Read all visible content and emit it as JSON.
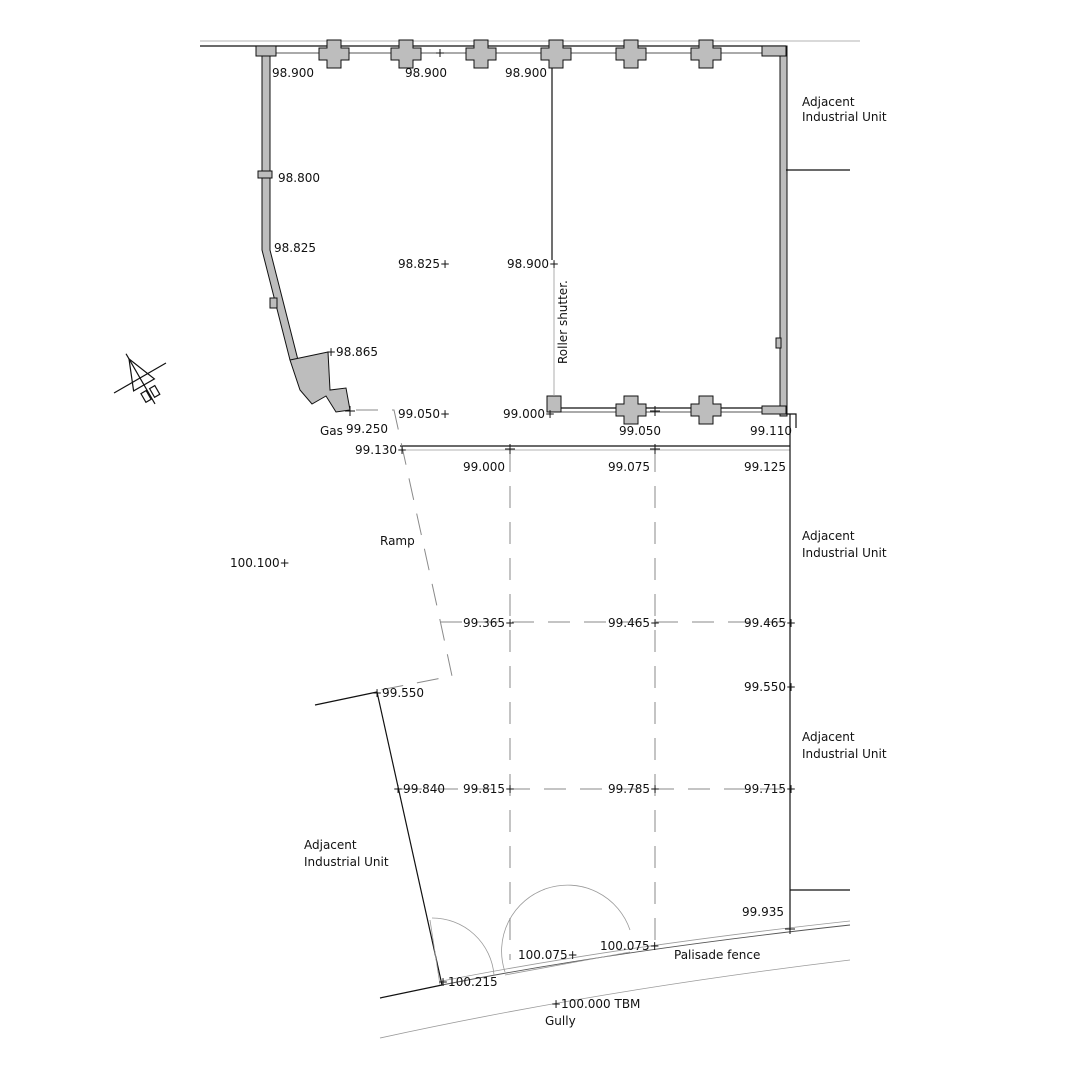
{
  "spot_levels": {
    "l01": "98.900",
    "l02": "98.900",
    "l03": "98.900",
    "l04": "98.800",
    "l05": "98.825",
    "l06": "98.825+",
    "l07": "98.900+",
    "l08": "+98.865",
    "l09": "99.050+",
    "l10": "99.000+",
    "l11": "99.250",
    "l12": "99.050",
    "l13": "99.110",
    "l14": "99.130+",
    "l15": "99.000",
    "l16": "99.075",
    "l17": "99.125",
    "l18": "100.100+",
    "l19": "99.365+",
    "l20": "99.465+",
    "l21": "99.465+",
    "l22": "+99.550",
    "l23": "99.550+",
    "l24": "+99.840",
    "l25": "99.815+",
    "l26": "99.785+",
    "l27": "99.715+",
    "l28": "99.935",
    "l29": "100.075+",
    "l30": "100.075+",
    "l31": "+100.215",
    "l32": "+100.000 TBM"
  },
  "annotations": {
    "adjacent_1": [
      "Adjacent",
      "Industrial Unit"
    ],
    "adjacent_2": [
      "Adjacent",
      "Industrial Unit"
    ],
    "adjacent_3": [
      "Adjacent",
      "Industrial Unit"
    ],
    "adjacent_4": [
      "Adjacent",
      "Industrial Unit"
    ],
    "roller_shutter": "Roller shutter.",
    "gas": "Gas",
    "ramp": "Ramp",
    "palisade_fence": "Palisade fence",
    "gully": "Gully"
  },
  "colors": {
    "line": "#111111",
    "wall_fill": "#bdbdbd",
    "dashed_grid": "#8a8a8a",
    "background": "#ffffff"
  },
  "icons": {
    "north_arrow": "north-arrow-icon"
  }
}
